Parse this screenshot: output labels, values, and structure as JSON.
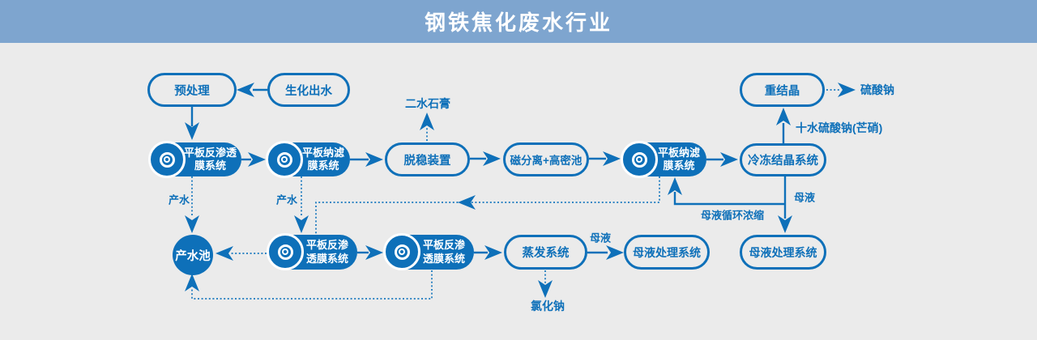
{
  "header": {
    "title": "钢铁焦化废水行业"
  },
  "palette": {
    "accent_blue": "#0E70B9",
    "header_bg": "#7EA5CF",
    "canvas_bg": "#EBEBEB",
    "node_text_on_solid": "#FFFFFF"
  },
  "nodes": {
    "pretreatment": "预处理",
    "bio_effluent": "生化出水",
    "fp_ro_1": "平板反渗透膜系统",
    "fp_nf_1": "平板纳滤膜系统",
    "destabilizer": "脱稳装置",
    "mag_sep_pool": "磁分离+高密池",
    "fp_nf_2": "平板纳滤膜系统",
    "freeze_cryst": "冷冻结晶系统",
    "recryst": "重结晶",
    "product_pool": "产水池",
    "fp_ro_2": "平板反渗透膜系统",
    "fp_ro_3": "平板反渗透膜系统",
    "evaporation": "蒸发系统",
    "ml_treatment_1": "母液处理系统",
    "ml_treatment_2": "母液处理系统"
  },
  "flow_labels": {
    "gypsum": "二水石膏",
    "sodium_sulfate": "硫酸钠",
    "glauber_salt": "十水硫酸钠(芒硝)",
    "product_water_1": "产水",
    "product_water_2": "产水",
    "mother_liquor_evap": "母液",
    "mother_liquor_cryst": "母液",
    "ml_recycle": "母液循环浓缩",
    "sodium_chloride": "氯化钠"
  }
}
